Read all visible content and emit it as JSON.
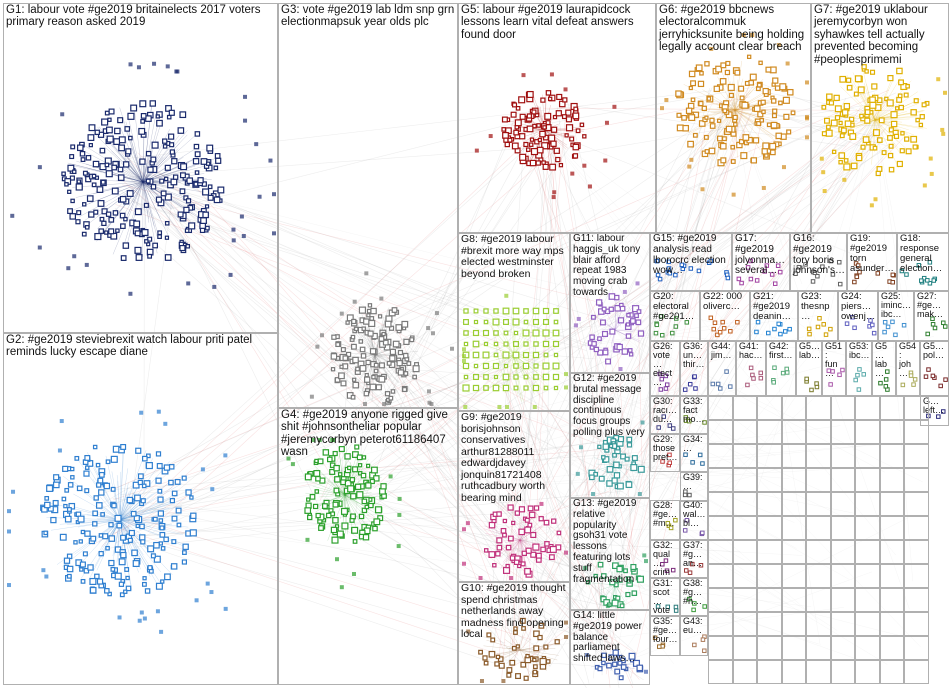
{
  "graph": {
    "groups": [
      {
        "id": "G1",
        "label": "G1: labour vote #ge2019 britainelects 2017 voters primary reason asked 2019",
        "color": "#1a2a6c"
      },
      {
        "id": "G2",
        "label": "G2: #ge2019 steviebrexit watch labour priti patel reminds lucky escape diane",
        "color": "#2f7fd0"
      },
      {
        "id": "G3",
        "label": "G3: vote #ge2019 lab ldm snp grn electionmapsuk year olds plc",
        "color": "#7a7a7a"
      },
      {
        "id": "G4",
        "label": "G4: #ge2019 anyone rigged give shit #johnsontheliar popular #jeremycorbyn peterot61186407 wasn",
        "color": "#2ca02c"
      },
      {
        "id": "G5",
        "label": "G5: labour #ge2019 laurapidcock lessons learn vital defeat answers found door",
        "color": "#a01010"
      },
      {
        "id": "G6",
        "label": "G6: #ge2019 bbcnews electoralcommuk jerryhicksunite being holding legally account clear breach",
        "color": "#d08a20"
      },
      {
        "id": "G7",
        "label": "G7: #ge2019 uklabour jeremycorbyn won syhawkes tell actually prevented becoming #peoplesprimemi",
        "color": "#e0b000"
      },
      {
        "id": "G8",
        "label": "G8: #ge2019 labour #brexit more way mps elected westminster beyond broken",
        "color": "#9acd32"
      },
      {
        "id": "G9",
        "label": "G9: #ge2019 borisjohnson conservatives arthur81288011 edwardjdavey jonquin81721408 ruthcadbury worth bearing mind",
        "color": "#c0307a"
      },
      {
        "id": "G10",
        "label": "G10: #ge2019 thought spend christmas netherlands away madness find opening local",
        "color": "#8a5a2a"
      },
      {
        "id": "G11",
        "label": "G11: labour haggis_uk tony blair afford repeat 1983 moving crab towards",
        "color": "#9060c0"
      },
      {
        "id": "G12",
        "label": "G12: #ge2019 brutal message discipline continuous focus groups polling plus very",
        "color": "#3a9a9a"
      },
      {
        "id": "G13",
        "label": "G13: #ge2019 relative popularity gsoh31 vote lessons featuring lots stuff fragmentation",
        "color": "#30a060"
      },
      {
        "id": "G14",
        "label": "G14: little #ge2019 power balance parliament shifted laws…",
        "color": "#4060b0"
      },
      {
        "id": "G15",
        "label": "G15: #ge2019 analysis read lborocrc election wow…",
        "color": "#2060c0"
      },
      {
        "id": "G16",
        "label": "G16: #ge2019 tory boris johnson's…",
        "color": "#606060"
      },
      {
        "id": "G17",
        "label": "G17: #ge2019 jolyonma… several…",
        "color": "#a040a0"
      },
      {
        "id": "G18",
        "label": "G18: response general election…",
        "color": "#208080"
      },
      {
        "id": "G19",
        "label": "G19: #ge2019 torn asunder…",
        "color": "#804020"
      },
      {
        "id": "G20",
        "label": "G20: electoral #ge201…",
        "color": "#409040"
      },
      {
        "id": "G21",
        "label": "G21: #ge2019 deanin…",
        "color": "#2080d0"
      },
      {
        "id": "G22",
        "label": "G22: 000 oliverc…",
        "color": "#c06020"
      },
      {
        "id": "G23",
        "label": "G23: thesnp…",
        "color": "#d0a000"
      },
      {
        "id": "G24",
        "label": "G24: piers… owenj…",
        "color": "#6060c0"
      },
      {
        "id": "G25",
        "label": "G25: iminc… ibc…",
        "color": "#4090d0"
      },
      {
        "id": "G26",
        "label": "G26: vote… elect…",
        "color": "#8040a0"
      },
      {
        "id": "G27",
        "label": "G27: #ge… mak…",
        "color": "#308030"
      },
      {
        "id": "G28",
        "label": "G28: #ge… #m…",
        "color": "#a0a020"
      },
      {
        "id": "G29",
        "label": "G29: those pret…",
        "color": "#c04040"
      },
      {
        "id": "G30",
        "label": "G30: racı… du…",
        "color": "#404080"
      },
      {
        "id": "G31",
        "label": "G31: scot… vote…",
        "color": "#2a7a7a"
      },
      {
        "id": "G32",
        "label": "G32: qual… crim…",
        "color": "#7a2a7a"
      },
      {
        "id": "G33",
        "label": "G33: fact mo…",
        "color": "#6a8a2a"
      },
      {
        "id": "G34",
        "label": "G34: …",
        "color": "#2a6a9a"
      },
      {
        "id": "G35",
        "label": "G35: #ge… four…",
        "color": "#9a6a2a"
      },
      {
        "id": "G36",
        "label": "G36: un… thir…",
        "color": "#3a3a9a"
      },
      {
        "id": "G37",
        "label": "G37: #g… an…",
        "color": "#9a3a3a"
      },
      {
        "id": "G38",
        "label": "G38: #g… #h…",
        "color": "#3a9a3a"
      },
      {
        "id": "G39",
        "label": "G39: …",
        "color": "#5a5a5a"
      },
      {
        "id": "G40",
        "label": "G40: wal… bl…",
        "color": "#7a5aaa"
      },
      {
        "id": "G41",
        "label": "G41: hac…",
        "color": "#aa5a7a"
      },
      {
        "id": "G42",
        "label": "G42: first…",
        "color": "#5aaa7a"
      },
      {
        "id": "G43",
        "label": "G43: eu…",
        "color": "#aa7a5a"
      },
      {
        "id": "G44",
        "label": "G44: jim…",
        "color": "#5a7aaa"
      },
      {
        "id": "G51",
        "label": "G51: fun…",
        "color": "#aa5aaa"
      },
      {
        "id": "G53",
        "label": "G53: ibc…",
        "color": "#5aaaaa"
      },
      {
        "id": "G54",
        "label": "G54: joh…",
        "color": "#aaaa5a"
      },
      {
        "id": "G5x",
        "label": "G5… lab…",
        "color": "#7a7a2a"
      },
      {
        "id": "G5y",
        "label": "G5… lab…",
        "color": "#2a7a2a"
      },
      {
        "id": "G5z",
        "label": "G5… pol…",
        "color": "#7a2a2a"
      },
      {
        "id": "G5w",
        "label": "G… left…",
        "color": "#2a2a7a"
      }
    ]
  }
}
